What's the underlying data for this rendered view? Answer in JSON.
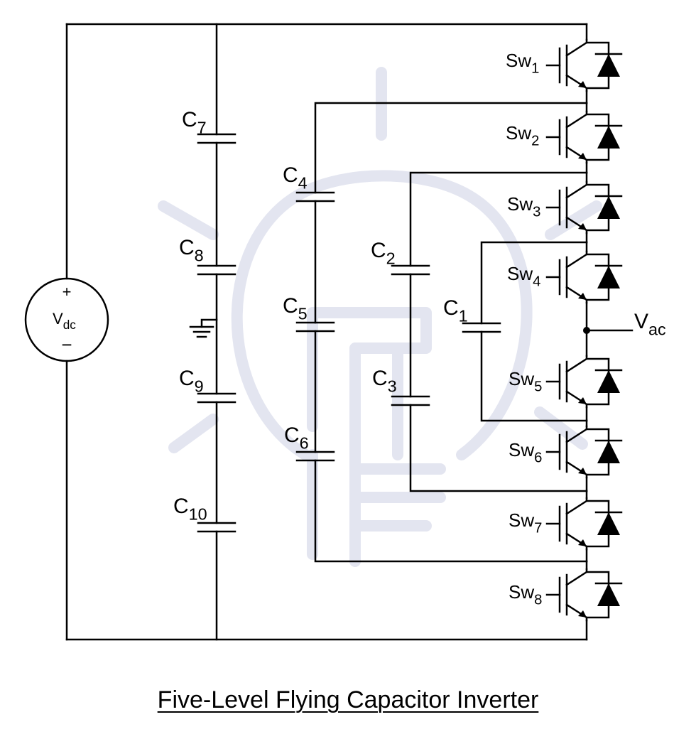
{
  "title": "Five-Level Flying Capacitor Inverter",
  "source": {
    "label": "V",
    "sub": "dc",
    "plus": "+",
    "minus": "−"
  },
  "output": {
    "label": "V",
    "sub": "ac"
  },
  "switches": [
    {
      "label": "Sw",
      "sub": "1"
    },
    {
      "label": "Sw",
      "sub": "2"
    },
    {
      "label": "Sw",
      "sub": "3"
    },
    {
      "label": "Sw",
      "sub": "4"
    },
    {
      "label": "Sw",
      "sub": "5"
    },
    {
      "label": "Sw",
      "sub": "6"
    },
    {
      "label": "Sw",
      "sub": "7"
    },
    {
      "label": "Sw",
      "sub": "8"
    }
  ],
  "capacitors": [
    {
      "label": "C",
      "sub": "1"
    },
    {
      "label": "C",
      "sub": "2"
    },
    {
      "label": "C",
      "sub": "3"
    },
    {
      "label": "C",
      "sub": "4"
    },
    {
      "label": "C",
      "sub": "5"
    },
    {
      "label": "C",
      "sub": "6"
    },
    {
      "label": "C",
      "sub": "7"
    },
    {
      "label": "C",
      "sub": "8"
    },
    {
      "label": "C",
      "sub": "9"
    },
    {
      "label": "C",
      "sub": "10"
    }
  ],
  "colors": {
    "line": "#000000",
    "watermark": "#e3e5f0"
  }
}
